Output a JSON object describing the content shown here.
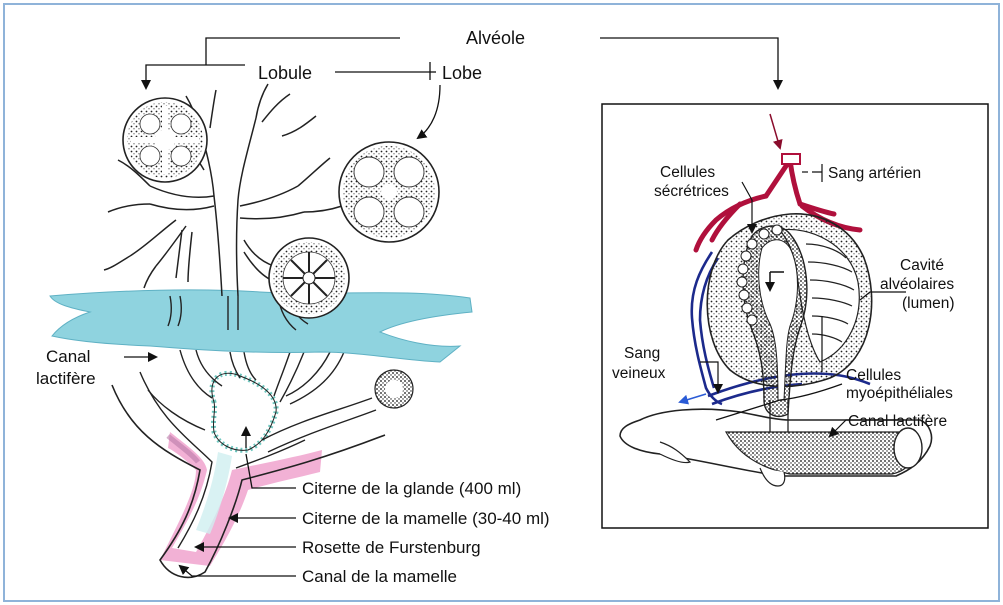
{
  "labels": {
    "alveole": "Alvéole",
    "lobule": "Lobule",
    "lobe": "Lobe",
    "canal_lactifere_line1": "Canal",
    "canal_lactifere_line2": "lactifère",
    "citerne_glande": "Citerne de la glande (400 ml)",
    "citerne_mamelle": "Citerne de la mamelle (30-40 ml)",
    "rosette": "Rosette de Furstenburg",
    "canal_mamelle": "Canal de la mamelle"
  },
  "detail_labels": {
    "cellules_secretrices_line1": "Cellules",
    "cellules_secretrices_line2": "sécrétrices",
    "sang_arterien": "Sang artérien",
    "cavite_line1": "Cavité",
    "cavite_line2": "alvéolaires",
    "cavite_line3": "(lumen)",
    "sang_veineux_line1": "Sang",
    "sang_veineux_line2": "veineux",
    "myo_line1": "Cellules",
    "myo_line2": "myoépithéliales",
    "canal_lactifere": "Canal lactifère"
  },
  "colors": {
    "frame_border": "#8fb3d9",
    "tissue_band": "#8fd3df",
    "teat_pink": "#f1a9d0",
    "arterial_red": "#b0103c",
    "venous_blue": "#1c2a8c",
    "cistern_teal": "#7fd0c8"
  }
}
